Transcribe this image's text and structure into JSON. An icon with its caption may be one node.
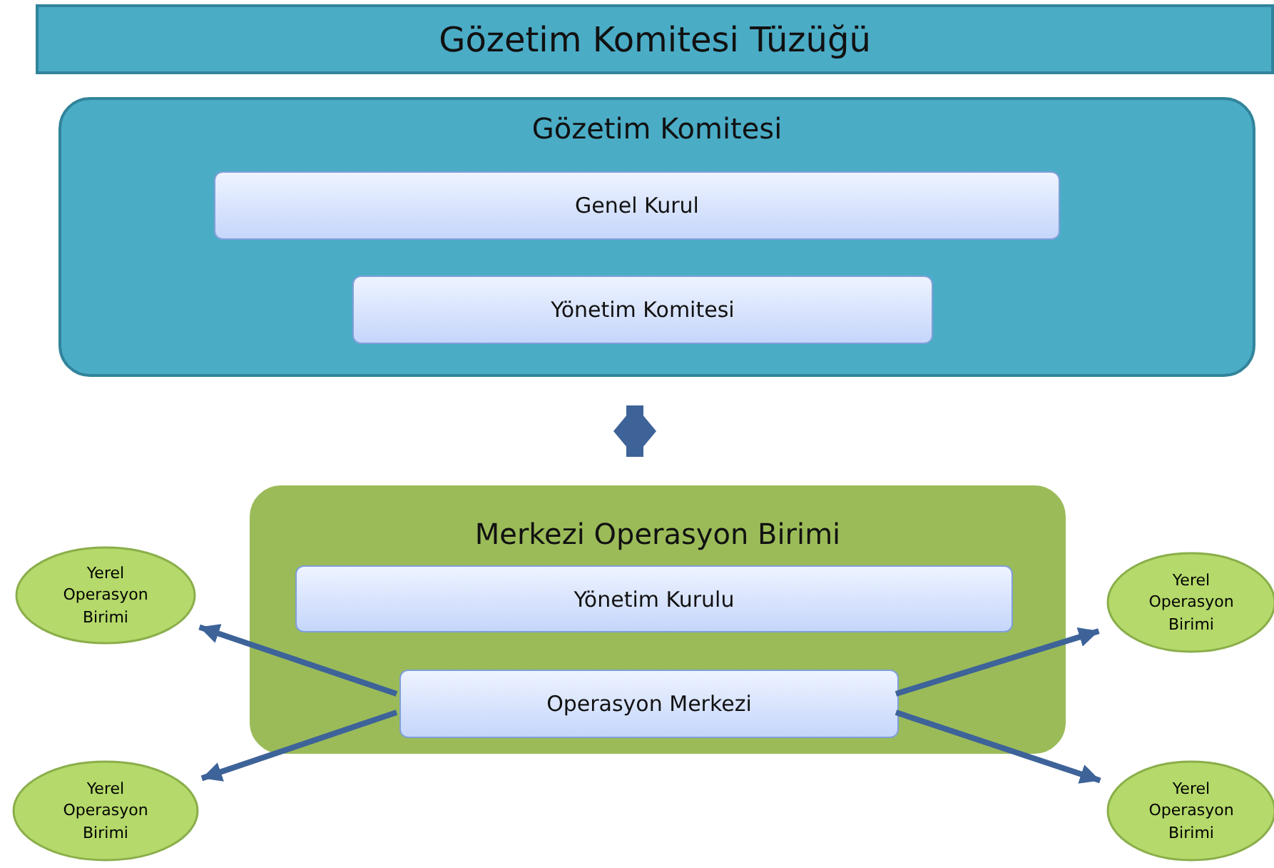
{
  "diagram": {
    "title": "Gözetim Komitesi Tüzüğü",
    "nodes": [
      {
        "text": [
          "Gözetim Komitesi"
        ]
      },
      {
        "text": [
          "Genel Kurul"
        ],
        "in": 0
      },
      {
        "text": [
          "Yönetim Komitesi"
        ],
        "in": 0
      },
      {
        "text": [
          "Merkezi Operasyon Birimi"
        ]
      },
      {
        "text": [
          "Yönetim Kurulu"
        ],
        "in": 3
      },
      {
        "text": [
          "Operasyon Merkezi"
        ],
        "in": 3
      },
      {
        "text": [
          "Yerel Operasyon Birimi"
        ]
      },
      {
        "text": [
          "Yerel Operasyon Birimi"
        ]
      },
      {
        "text": [
          "Yerel Operasyon Birimi"
        ]
      },
      {
        "text": [
          "Yerel Operasyon Birimi"
        ]
      }
    ],
    "edges": [
      {
        "from": 0,
        "to": 3,
        "arrow": "both",
        "style": "thick"
      },
      {
        "from": 5,
        "to": 6,
        "arrow": "to"
      },
      {
        "from": 5,
        "to": 7,
        "arrow": "to"
      },
      {
        "from": 5,
        "to": 8,
        "arrow": "to"
      },
      {
        "from": 5,
        "to": 9,
        "arrow": "to"
      }
    ]
  }
}
